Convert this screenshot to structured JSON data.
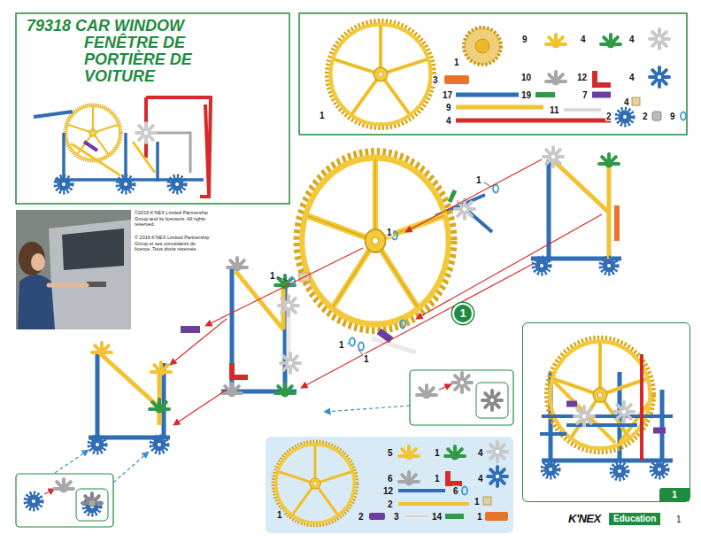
{
  "diagram": {
    "title": "79318 CAR WINDOW FENÊTRE DE PORTIÈRE DE VOITURE",
    "nodes": [
      {
        "text": [
          "1"
        ]
      },
      {
        "text": [
          "1"
        ]
      }
    ],
    "labels": [
      "©2016 K'NEX Limited Partnership Group and its licensors. All rights reserved.",
      "© 2016 K'NEX Limited Partnership Group et ses concédants de licence. Tous droits réservés.",
      "1",
      "1",
      "9",
      "4",
      "4",
      "3",
      "10",
      "12",
      "4",
      "17",
      "19",
      "7",
      "4",
      "9",
      "11",
      "2",
      "2",
      "9",
      "4",
      "1",
      "1",
      "1",
      "1",
      "1",
      "5",
      "1",
      "4",
      "6",
      "1",
      "4",
      "12",
      "6",
      "1",
      "2",
      "2",
      "3",
      "14",
      "1",
      "1",
      "K'NEX",
      "Education",
      "1"
    ]
  }
}
